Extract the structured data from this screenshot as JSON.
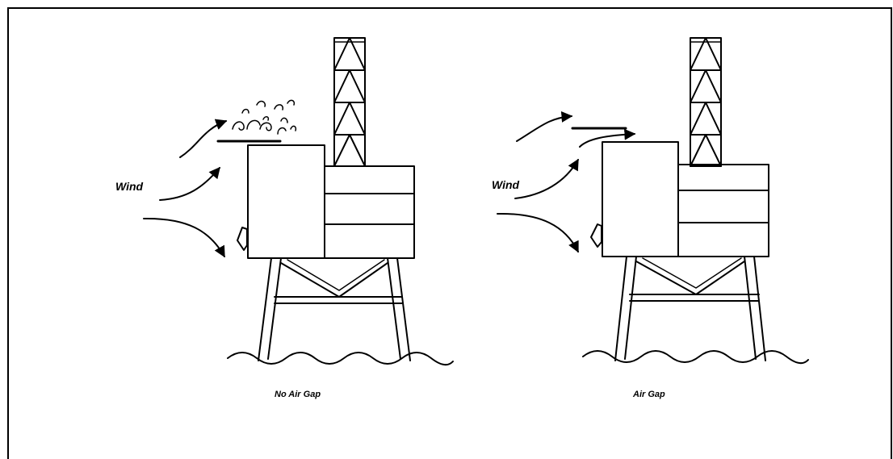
{
  "figure": {
    "left_panel": {
      "wind_label": "Wind",
      "caption": "No Air Gap"
    },
    "right_panel": {
      "wind_label": "Wind",
      "caption": "Air Gap"
    }
  }
}
